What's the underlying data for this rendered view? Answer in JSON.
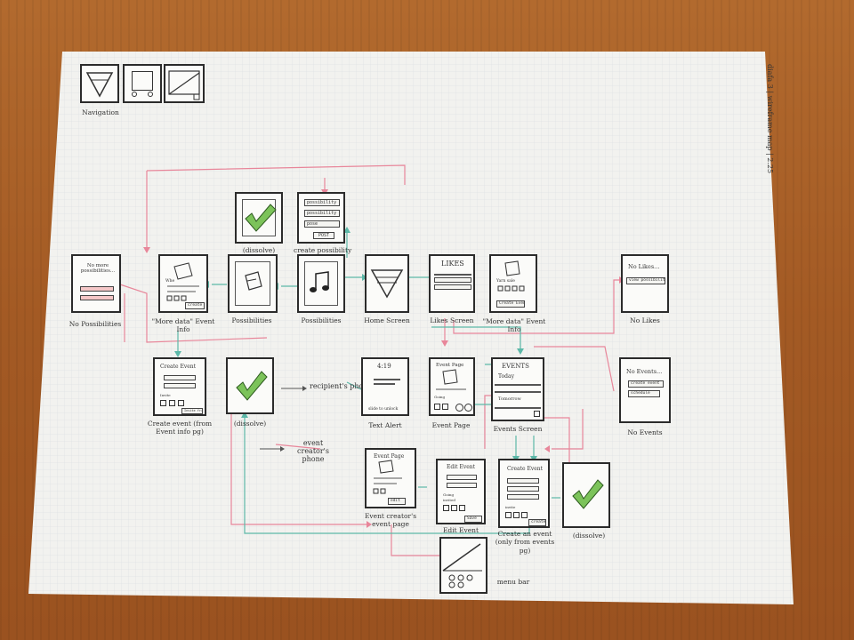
{
  "header": {
    "side_note": "diafa 3 | wireframe map | 2.25",
    "navigation_label": "Navigation"
  },
  "screens": {
    "no_possibilities": {
      "label": "No Possibilities",
      "title": "No more possibilities..."
    },
    "more_data_event_info": {
      "label": "\"More data\" Event Info",
      "mini_label": "create",
      "inner": "Whe"
    },
    "possibilities_a": {
      "label": "Possibilities"
    },
    "possibilities_b": {
      "label": "Possibilities"
    },
    "dissolve_top": {
      "label": "(dissolve)"
    },
    "create_possibility": {
      "label": "create possibility",
      "items": [
        "possibility",
        "possibility",
        "pose",
        "POST"
      ]
    },
    "home": {
      "label": "Home Screen"
    },
    "likes": {
      "label": "Likes Screen",
      "title": "LIKES"
    },
    "more_data_event_info_2": {
      "label": "\"More data\" Event Info",
      "mini_label": "Create Event",
      "inner": "Yarn sale"
    },
    "no_likes": {
      "label": "No Likes",
      "title": "No Likes...",
      "button": "view possibilities"
    },
    "create_event_left": {
      "label": "Create event (from Event info pg)",
      "title": "Create Event",
      "mini_label": "Invite",
      "button": "Invite friend"
    },
    "dissolve_mid": {
      "label": "(dissolve)"
    },
    "text_alert": {
      "label": "Text Alert",
      "time": "4:19",
      "slide": "slide to unlock"
    },
    "event_page": {
      "label": "Event Page",
      "title": "Event Page",
      "going": "Going"
    },
    "events": {
      "label": "Events Screen",
      "title": "EVENTS",
      "today": "Today",
      "tomorrow": "Tomorrow"
    },
    "no_events": {
      "label": "No Events",
      "title": "No Events...",
      "btn1": "create event",
      "btn2": "schedule"
    },
    "creator_event_page": {
      "label": "Event creator's event page",
      "title": "Event Page",
      "button": "edit"
    },
    "edit_event": {
      "label": "Edit Event",
      "title": "Edit Event",
      "going": "Going",
      "invited": "invited",
      "button": "Save"
    },
    "create_event_right": {
      "label": "Create an event (only from events pg)",
      "title": "Create Event",
      "mini_label": "invite",
      "button": "create"
    },
    "dissolve_right": {
      "label": "(dissolve)"
    },
    "menu_bar": {
      "label": "menu bar"
    }
  },
  "annotations": {
    "recipient_phone": "recipient's phone",
    "creator_phone": "event creator's phone"
  },
  "colors": {
    "check_fill": "#7cc35a",
    "arrow_pink": "#e8869a",
    "arrow_teal": "#5cb8a8"
  }
}
